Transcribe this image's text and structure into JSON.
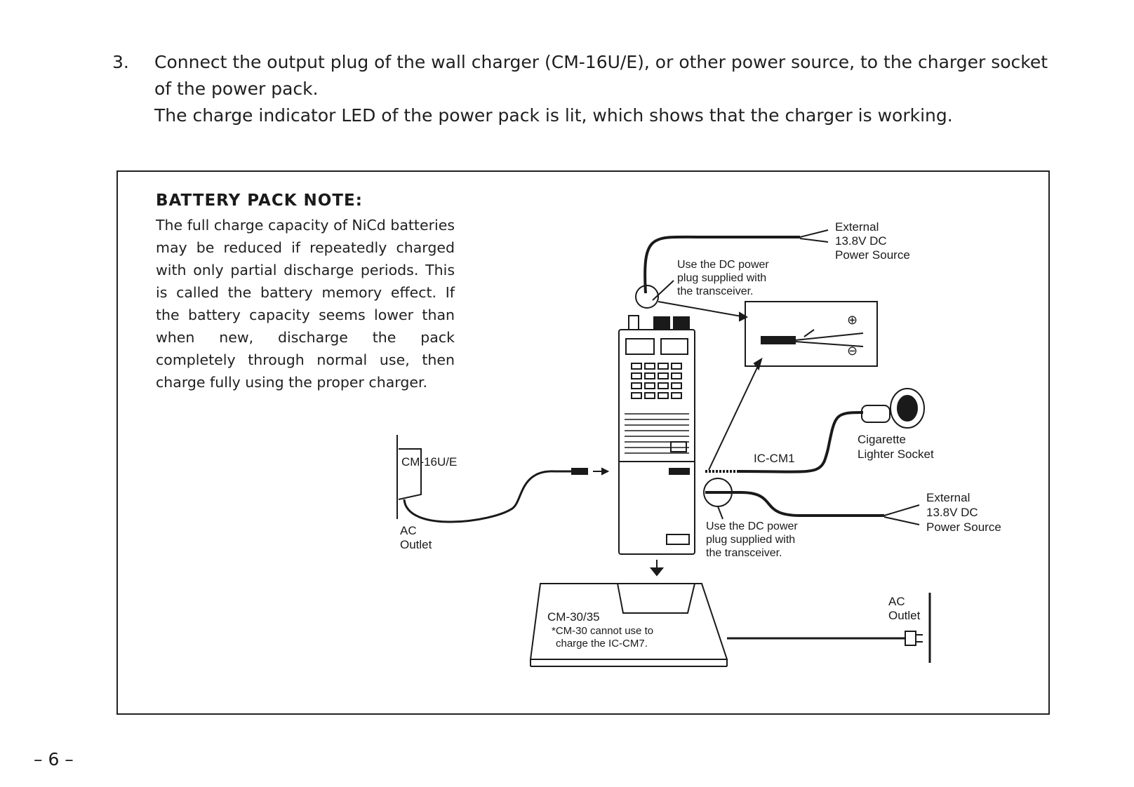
{
  "step": {
    "number": "3.",
    "lines": [
      "Connect the output plug of the wall charger (CM-16U/E), or other power source, to the charger socket of the power pack.",
      "The charge indicator LED of the power pack is lit, which shows that the charger is working."
    ]
  },
  "note": {
    "title": "BATTERY PACK NOTE:",
    "text": "The full charge capacity of NiCd batteries may be reduced if repeatedly charged with only partial discharge periods.  This is called the battery memory effect.  If the battery capacity seems lower than when new, discharge the pack completely through normal use, then charge fully using the proper charger."
  },
  "diagram": {
    "ext_top": [
      "External",
      "13.8V DC",
      "Power Source"
    ],
    "dc_plug_top": [
      "Use the DC power",
      "plug supplied with",
      "the transceiver."
    ],
    "cigarette": [
      "Cigarette",
      "Lighter Socket"
    ],
    "iccm1": "IC-CM1",
    "ext_right": [
      "External",
      "13.8V DC",
      "Power Source"
    ],
    "dc_plug_bottom": [
      "Use the DC power",
      "plug supplied with",
      "the transceiver."
    ],
    "cm16": "CM-16U/E",
    "ac_left": [
      "AC",
      "Outlet"
    ],
    "cm30": [
      "CM-30/35",
      "*CM-30 cannot use to",
      "charge the IC-CM7."
    ],
    "ac_right": [
      "AC",
      "Outlet"
    ],
    "plus_symbol": "⊕",
    "minus_symbol": "⊖"
  },
  "page_number": "– 6 –"
}
